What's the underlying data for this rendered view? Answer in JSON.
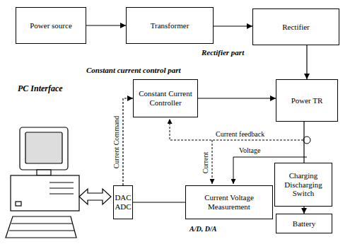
{
  "diagram": {
    "nodes": [
      {
        "text": [
          "Power source"
        ]
      },
      {
        "text": [
          "Transformer"
        ]
      },
      {
        "text": [
          "Rectifier"
        ]
      },
      {
        "text": [
          "Constant Current Controller"
        ]
      },
      {
        "text": [
          "Power TR"
        ]
      },
      {
        "text": [
          "DAC ADC"
        ]
      },
      {
        "text": [
          "Current Voltage Measurement"
        ]
      },
      {
        "text": [
          "Charging Discharging Switch"
        ]
      },
      {
        "text": [
          "Battery"
        ]
      }
    ],
    "edges": [
      {
        "from": 0,
        "to": 1,
        "arrow": "to"
      },
      {
        "from": 1,
        "to": 2,
        "arrow": "to"
      },
      {
        "from": 2,
        "to": 4,
        "arrow": "to"
      },
      {
        "from": 3,
        "to": 4,
        "arrow": "to"
      },
      {
        "from": 5,
        "to": 3,
        "label": "Current Command",
        "arrow": "to"
      },
      {
        "from": 4,
        "to": 7,
        "arrow": "none"
      },
      {
        "from": 7,
        "to": 8,
        "arrow": "to"
      },
      {
        "from": 6,
        "to": 5,
        "arrow": "none"
      }
    ],
    "labels": [
      "Rectifier part",
      "Constant current control part",
      "PC Interface",
      "Current feedback",
      "Current",
      "Voltage",
      "A/D, D/A"
    ]
  }
}
